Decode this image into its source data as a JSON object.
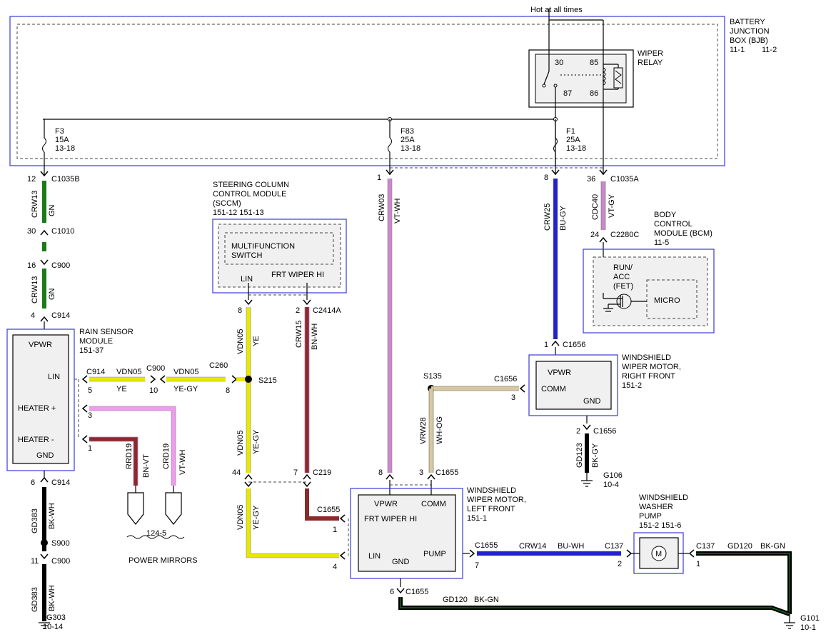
{
  "bjb": {
    "hot": "Hot at all times",
    "l1": "BATTERY",
    "l2": "JUNCTION",
    "l3": "BOX (BJB)",
    "p1": "11-1",
    "p2": "11-2"
  },
  "relay": {
    "l1": "WIPER",
    "l2": "RELAY",
    "p30": "30",
    "p85": "85",
    "p87": "87",
    "p86": "86"
  },
  "fuses": {
    "f3": {
      "n": "F3",
      "a": "15A",
      "r": "13-18"
    },
    "f83": {
      "n": "F83",
      "a": "25A",
      "r": "13-18"
    },
    "f1": {
      "n": "F1",
      "a": "25A",
      "r": "13-18"
    }
  },
  "pins": {
    "p12": "12",
    "c1035b": "C1035B",
    "p30": "30",
    "c1010": "C1010",
    "p16": "16",
    "c900a": "C900",
    "p4": "4",
    "c914a": "C914",
    "p1": "1",
    "p8": "8",
    "p36": "36",
    "c1035a": "C1035A",
    "p24": "24",
    "c2280c": "C2280C",
    "p8b": "8",
    "p2": "2",
    "c2414a": "C2414A",
    "p1b": "1",
    "c1656a": "C1656",
    "p6": "6",
    "c914b": "C914",
    "p11": "11",
    "c900b": "C900",
    "s900": "S900",
    "g303": "G303",
    "g303r": "10-14",
    "p44": "44",
    "p7": "7",
    "c219": "C219",
    "p8c": "8",
    "p3": "3",
    "c1655a": "C1655",
    "p2b": "2",
    "c1656b": "C1656",
    "g106": "G106",
    "g106r": "10-4",
    "c1655b": "C1655",
    "p1c": "1",
    "p4b": "4",
    "p6b": "6",
    "c1655c": "C1655",
    "c1655d": "C1655",
    "p7b": "7",
    "c137a": "C137",
    "p2c": "2",
    "c137b": "C137",
    "p1d": "1",
    "g101": "G101",
    "g101r": "10-1",
    "s135": "S135",
    "c1656c": "C1656",
    "p3b": "3",
    "s215": "S215",
    "c260": "C260",
    "p8d": "8",
    "c914c": "C914",
    "p5": "5",
    "c900c": "C900",
    "p10": "10",
    "p3c": "3",
    "p1e": "1"
  },
  "wires": {
    "crw13a": "CRW13",
    "gna": "GN",
    "crw13b": "CRW13",
    "gnb": "GN",
    "crw03": "CRW03",
    "vtwh": "VT-WH",
    "crw25": "CRW25",
    "bugy": "BU-GY",
    "cdc40": "CDC40",
    "vtgy": "VT-GY",
    "vdn05a": "VDN05",
    "yea": "YE",
    "crw15": "CRW15",
    "bnwh": "BN-WH",
    "vdn05b": "VDN05",
    "yegya": "YE-GY",
    "vdn05c": "VDN05",
    "yegyb": "YE-GY",
    "gd383a": "GD383",
    "bkwha": "BK-WH",
    "gd383b": "GD383",
    "bkwhb": "BK-WH",
    "vdn05d": "VDN05",
    "yeb": "YE",
    "vdn05e": "VDN05",
    "yegyc": "YE-GY",
    "rrd19": "RRD19",
    "bnvt": "BN-VT",
    "crd19": "CRD19",
    "vtwh2": "VT-WH",
    "vrw28": "VRW28",
    "whog": "WH-OG",
    "gd123": "GD123",
    "bkgy": "BK-GY",
    "crw14": "CRW14",
    "buwh": "BU-WH",
    "gd120a": "GD120",
    "bkgna": "BK-GN",
    "gd120b": "GD120",
    "bkgnb": "BK-GN"
  },
  "sccm": {
    "l1": "STEERING COLUMN",
    "l2": "CONTROL MODULE",
    "l3": "(SCCM)",
    "p": "151-12  151-13",
    "mf1": "MULTIFUNCTION",
    "mf2": "SWITCH",
    "lin": "LIN",
    "frt": "FRT WIPER HI"
  },
  "bcm": {
    "l1": "BODY",
    "l2": "CONTROL",
    "l3": "MODULE (BCM)",
    "p": "11-5",
    "run1": "RUN/",
    "run2": "ACC",
    "run3": "(FET)",
    "micro": "MICRO"
  },
  "rsm": {
    "l1": "RAIN SENSOR",
    "l2": "MODULE",
    "p": "151-37",
    "vpwr": "VPWR",
    "lin": "LIN",
    "hp": "HEATER +",
    "hm": "HEATER -",
    "gnd": "GND"
  },
  "wmrf": {
    "l1": "WINDSHIELD",
    "l2": "WIPER MOTOR,",
    "l3": "RIGHT FRONT",
    "p": "151-2",
    "vpwr": "VPWR",
    "comm": "COMM",
    "gnd": "GND"
  },
  "wmlf": {
    "l1": "WINDSHIELD",
    "l2": "WIPER MOTOR,",
    "l3": "LEFT FRONT",
    "p": "151-1",
    "vpwr": "VPWR",
    "comm": "COMM",
    "frt": "FRT WIPER HI",
    "lin": "LIN",
    "gnd": "GND",
    "pump": "PUMP"
  },
  "pump": {
    "l1": "WINDSHIELD",
    "l2": "WASHER",
    "l3": "PUMP",
    "p": "151-2  151-6"
  },
  "mirrors": {
    "ref": "124-5",
    "label": "POWER MIRRORS"
  },
  "colors": {
    "green": "#1a7a1a",
    "violet": "#cc88cc",
    "blue": "#2222cc",
    "yellow": "#e8e800",
    "brown": "#8b2a2a",
    "black": "#000000",
    "pink": "#f09af0",
    "tan": "#d8c8a0"
  }
}
